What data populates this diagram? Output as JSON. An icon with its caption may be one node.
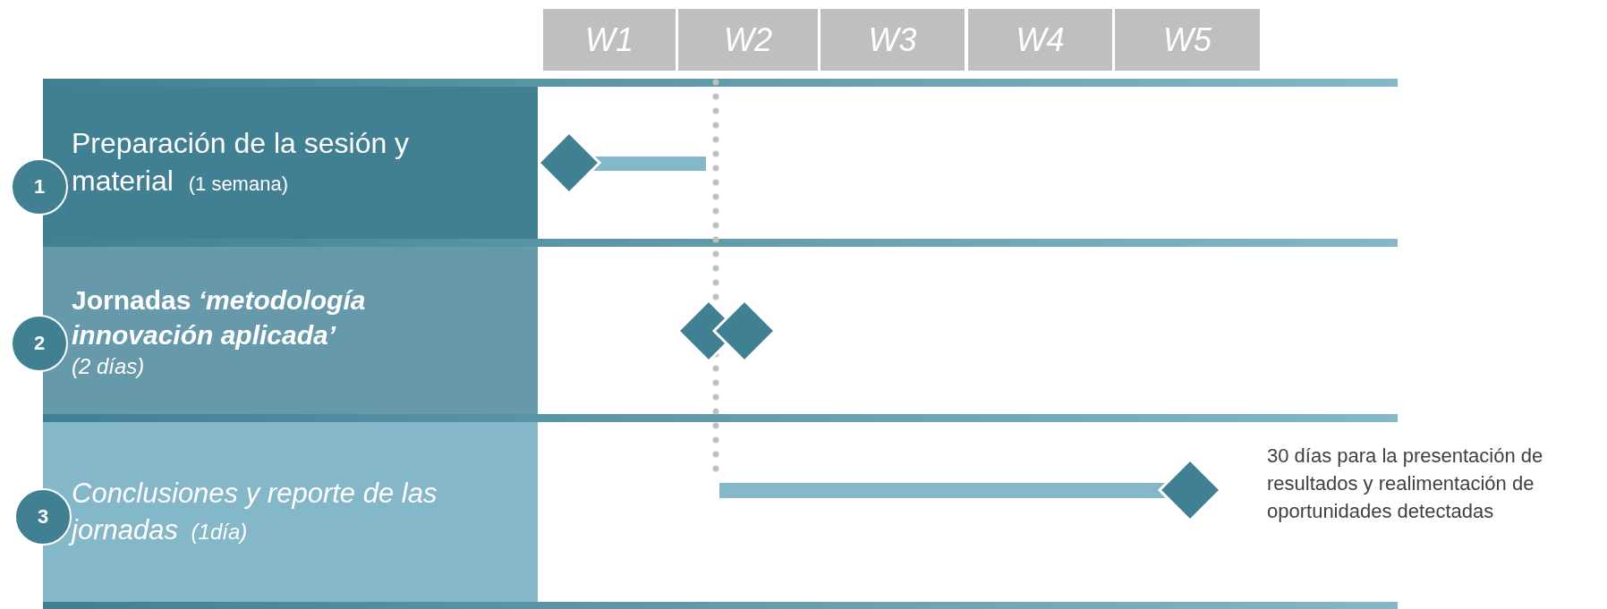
{
  "diagram": {
    "nodes": [
      {
        "text": [
          "W1"
        ]
      },
      {
        "text": [
          "W2"
        ]
      },
      {
        "text": [
          "W3"
        ]
      },
      {
        "text": [
          "W4"
        ]
      },
      {
        "text": [
          "W5"
        ]
      },
      {
        "text": [
          "Preparación de la sesión y material",
          "(1 semana)"
        ]
      },
      {
        "text": [
          "Jornadas *‘metodología innovación aplicada’*",
          "(2 días)"
        ]
      },
      {
        "text": [
          "Conclusiones y reporte de las jornadas",
          "(1día)"
        ]
      },
      {
        "text": [
          "1"
        ]
      },
      {
        "text": [
          "2"
        ]
      },
      {
        "text": [
          "3"
        ]
      }
    ],
    "labels": [
      "30 días para la presentación de resultados y realimentación de oportunidades detectadas"
    ]
  }
}
